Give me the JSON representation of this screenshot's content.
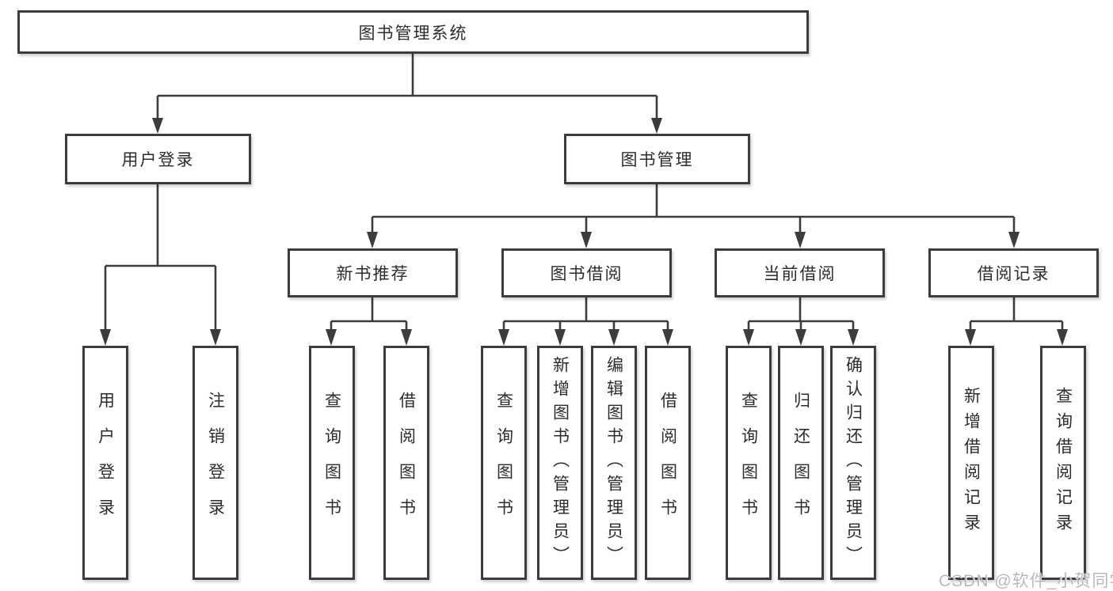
{
  "diagram": {
    "root": {
      "label": "图书管理系统"
    },
    "level1": [
      {
        "label": "用户登录"
      },
      {
        "label": "图书管理"
      }
    ],
    "level2": [
      {
        "label": "新书推荐",
        "parent": "图书管理"
      },
      {
        "label": "图书借阅",
        "parent": "图书管理"
      },
      {
        "label": "当前借阅",
        "parent": "图书管理"
      },
      {
        "label": "借阅记录",
        "parent": "图书管理"
      }
    ],
    "leaves": [
      {
        "label": "用户登录",
        "parent": "用户登录"
      },
      {
        "label": "注销登录",
        "parent": "用户登录"
      },
      {
        "label": "查询图书",
        "parent": "新书推荐"
      },
      {
        "label": "借阅图书",
        "parent": "新书推荐"
      },
      {
        "label": "查询图书",
        "parent": "图书借阅"
      },
      {
        "label": "新增图书（管理员）",
        "parent": "图书借阅"
      },
      {
        "label": "编辑图书（管理员）",
        "parent": "图书借阅"
      },
      {
        "label": "借阅图书",
        "parent": "图书借阅"
      },
      {
        "label": "查询图书",
        "parent": "当前借阅"
      },
      {
        "label": "归还图书",
        "parent": "当前借阅"
      },
      {
        "label": "确认归还（管理员）",
        "parent": "当前借阅"
      },
      {
        "label": "新增借阅记录",
        "parent": "借阅记录"
      },
      {
        "label": "查询借阅记录",
        "parent": "借阅记录"
      }
    ],
    "watermark": "CSDN @软件_小贺同学",
    "colors": {
      "line": "#3c3c3c",
      "text": "#2c2c2c",
      "background": "#ffffff",
      "watermark": "#b9b9b9"
    }
  }
}
